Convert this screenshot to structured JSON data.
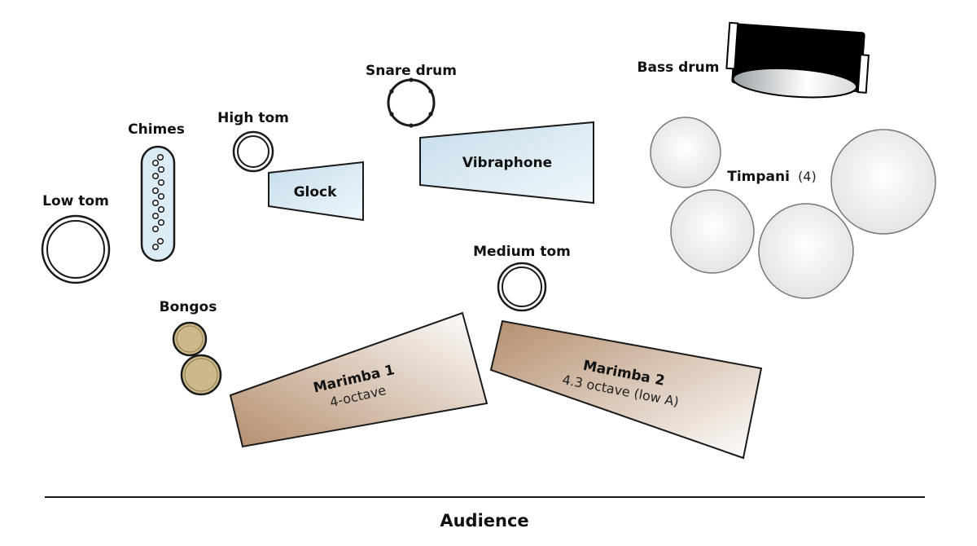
{
  "labels": {
    "low_tom": "Low tom",
    "chimes": "Chimes",
    "high_tom": "High tom",
    "glock": "Glock",
    "snare_drum": "Snare drum",
    "vibraphone": "Vibraphone",
    "bass_drum": "Bass drum",
    "timpani": "Timpani",
    "timpani_count": "(4)",
    "medium_tom": "Medium tom",
    "bongos": "Bongos",
    "marimba1": "Marimba 1",
    "marimba1_sub": "4-octave",
    "marimba2": "Marimba 2",
    "marimba2_sub": "4.3 octave (low A)",
    "audience": "Audience"
  },
  "colors": {
    "outline": "#1a1a1a",
    "mallet_fill": "#dcecf6",
    "marimba_dark": "#b48e6e",
    "bongo_fill": "#cbb98a",
    "timpani_fill": "#ececec",
    "bass_drum_body": "#000000"
  }
}
